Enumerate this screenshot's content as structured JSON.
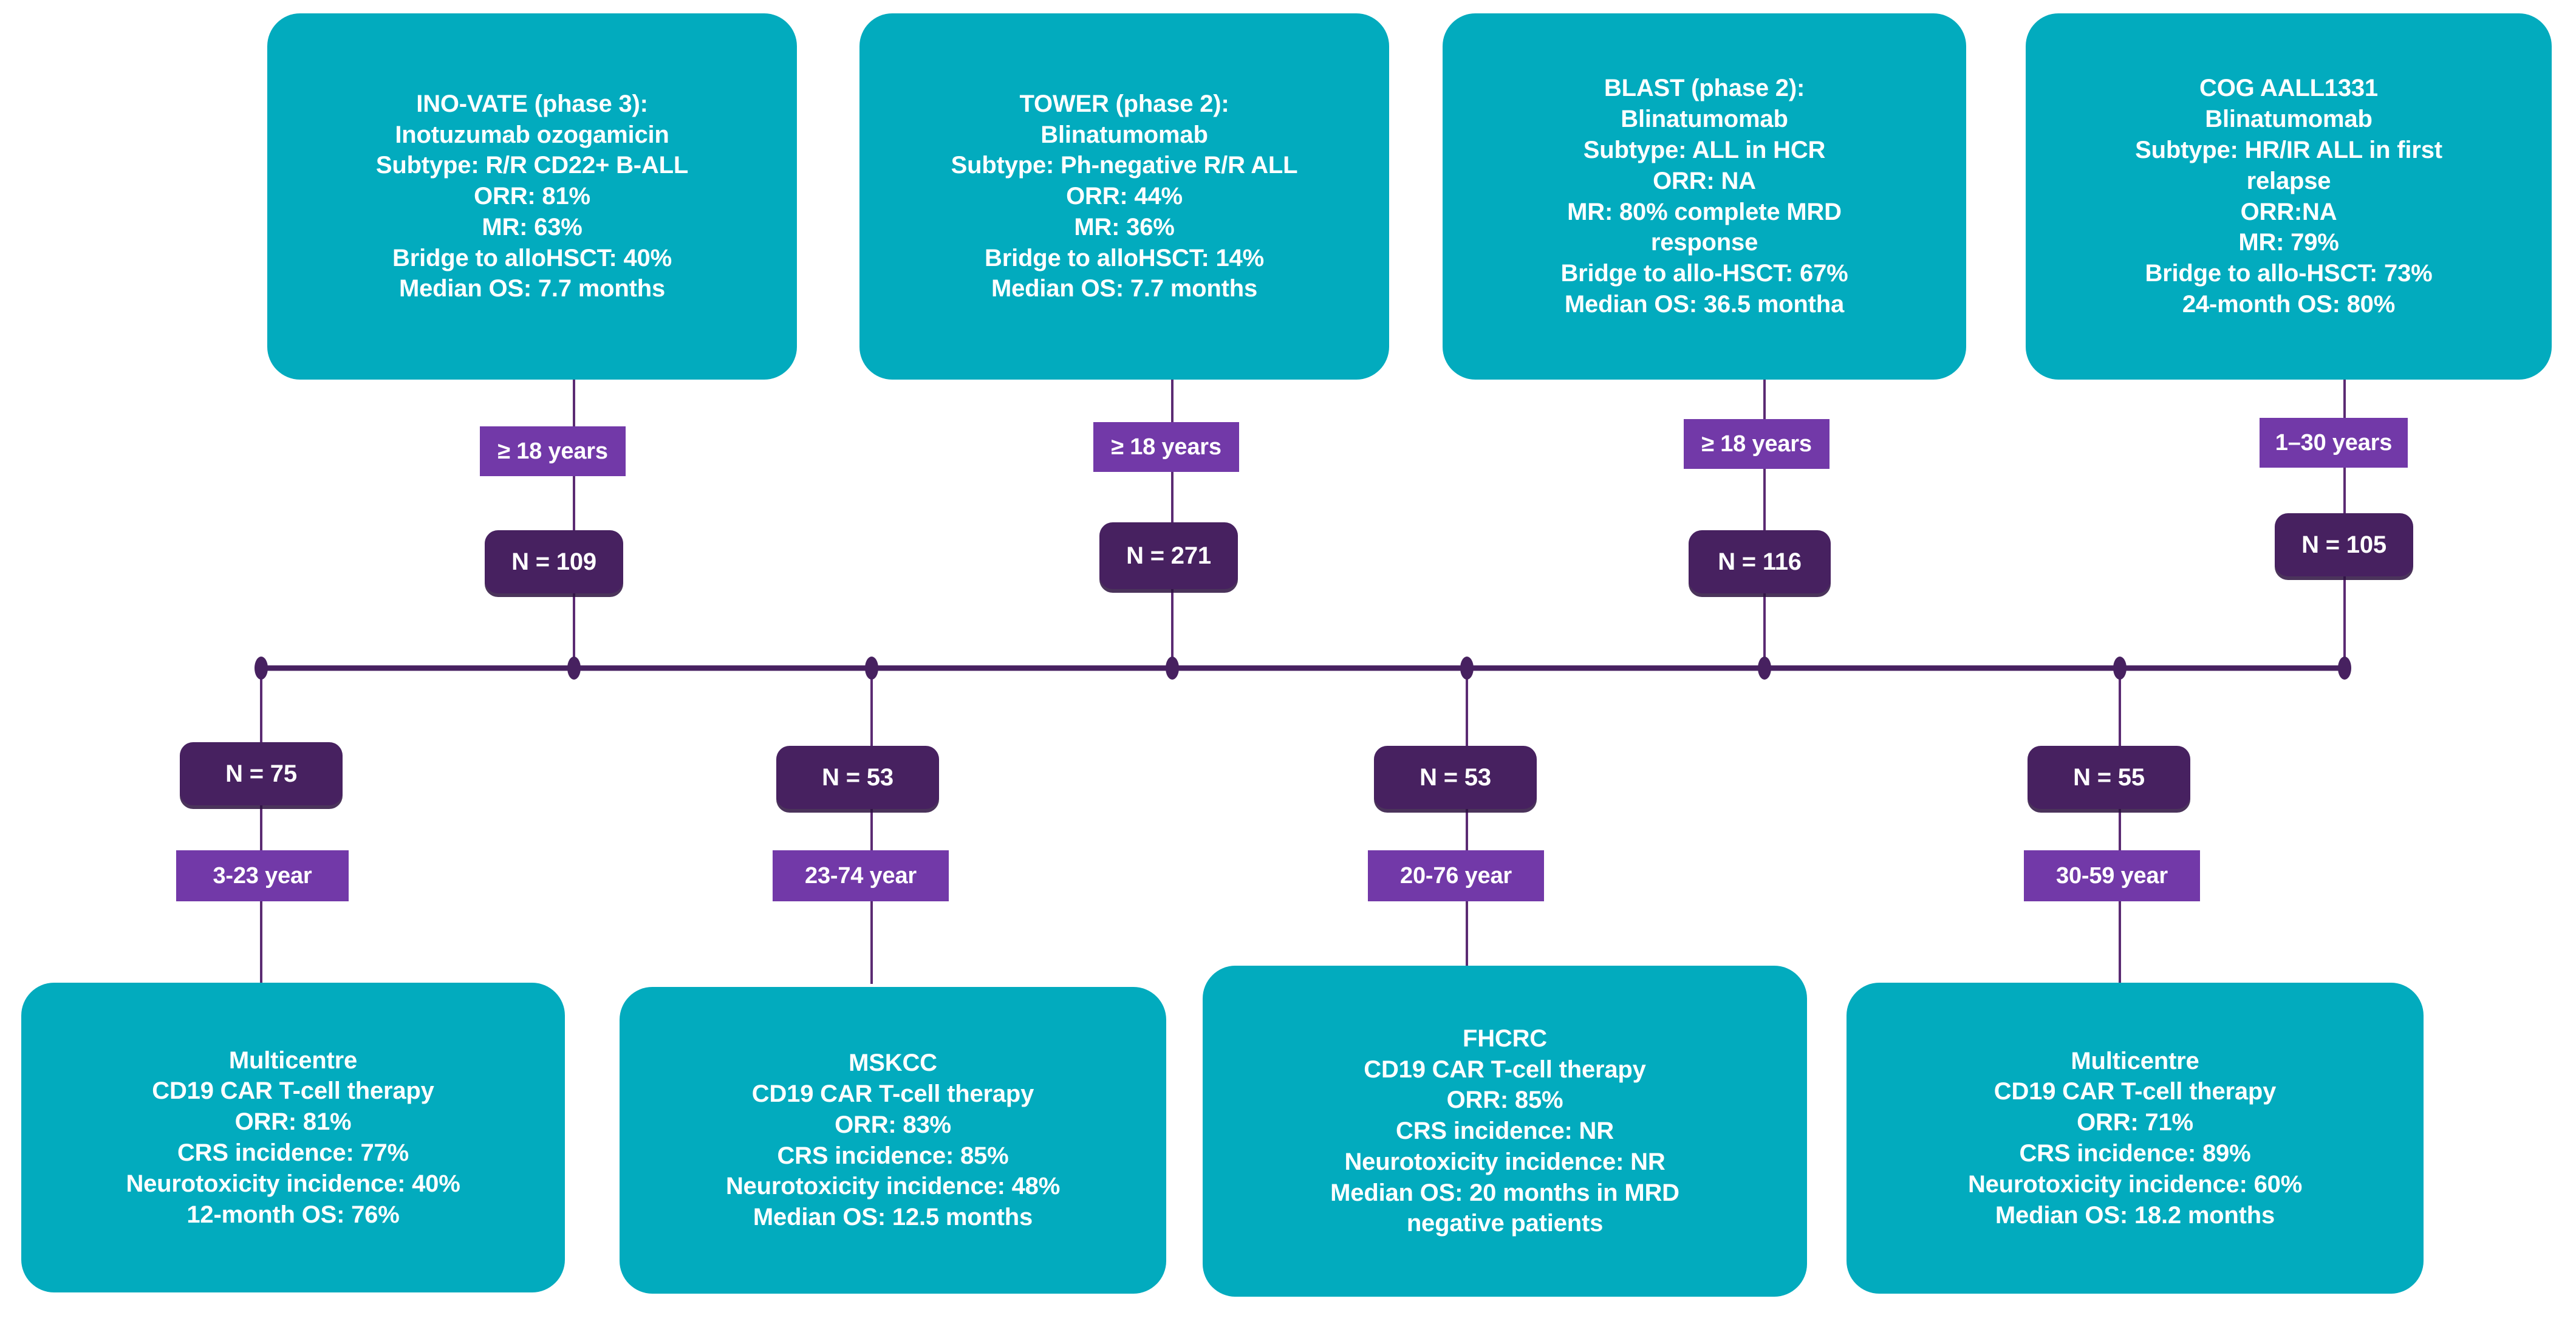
{
  "colors": {
    "teal": "#02abbe",
    "purple_light": "#7239a8",
    "purple_dark": "#472160",
    "line": "#472160",
    "text_on_fill": "#ffffff",
    "background": "#ffffff"
  },
  "diagram": {
    "type": "flowchart",
    "title": "",
    "top_studies": [
      {
        "id": "ino-vate",
        "lines": [
          "INO-VATE (phase 3):",
          "Inotuzumab ozogamicin",
          "Subtype: R/R CD22+ B-ALL",
          "ORR: 81%",
          "MR: 63%",
          "Bridge to alloHSCT: 40%",
          "Median OS: 7.7 months"
        ],
        "age_label": "≥ 18 years",
        "n_label": "N = 109"
      },
      {
        "id": "tower",
        "lines": [
          "TOWER (phase 2):",
          "Blinatumomab",
          "Subtype: Ph-negative R/R ALL",
          "ORR: 44%",
          "MR: 36%",
          "Bridge to alloHSCT: 14%",
          "Median OS: 7.7 months"
        ],
        "age_label": "≥ 18 years",
        "n_label": "N = 271"
      },
      {
        "id": "blast",
        "lines": [
          "BLAST (phase 2):",
          "Blinatumomab",
          "Subtype: ALL in HCR",
          "ORR: NA",
          "MR: 80% complete MRD",
          "response",
          "Bridge to allo-HSCT: 67%",
          "Median OS: 36.5 montha"
        ],
        "age_label": "≥ 18 years",
        "n_label": "N = 116"
      },
      {
        "id": "cog-aall1331",
        "lines": [
          "COG AALL1331",
          "Blinatumomab",
          "Subtype: HR/IR ALL in first",
          "relapse",
          "ORR:NA",
          "MR: 79%",
          "Bridge to allo-HSCT: 73%",
          "24-month OS: 80%"
        ],
        "age_label": "1–30 years",
        "n_label": "N = 105"
      }
    ],
    "bottom_cohorts": [
      {
        "id": "multicentre-left",
        "n_label": "N = 75",
        "age_label": "3-23 year",
        "lines": [
          "Multicentre",
          "CD19 CAR T-cell therapy",
          "ORR: 81%",
          "CRS incidence: 77%",
          "Neurotoxicity incidence: 40%",
          "12-month OS: 76%"
        ]
      },
      {
        "id": "mskcc",
        "n_label": "N = 53",
        "age_label": "23-74 year",
        "lines": [
          "MSKCC",
          "CD19 CAR T-cell therapy",
          "ORR: 83%",
          "CRS incidence: 85%",
          "Neurotoxicity incidence: 48%",
          "Median OS: 12.5 months"
        ]
      },
      {
        "id": "fhcrc",
        "n_label": "N = 53",
        "age_label": "20-76 year",
        "lines": [
          "FHCRC",
          "CD19 CAR T-cell therapy",
          "ORR: 85%",
          "CRS incidence: NR",
          "Neurotoxicity incidence: NR",
          "Median OS: 20 months in MRD",
          "negative patients"
        ]
      },
      {
        "id": "multicentre-right",
        "n_label": "N = 55",
        "age_label": "30-59 year",
        "lines": [
          "Multicentre",
          "CD19 CAR T-cell therapy",
          "ORR: 71%",
          "CRS incidence: 89%",
          "Neurotoxicity incidence: 60%",
          "Median OS: 18.2 months"
        ]
      }
    ]
  }
}
